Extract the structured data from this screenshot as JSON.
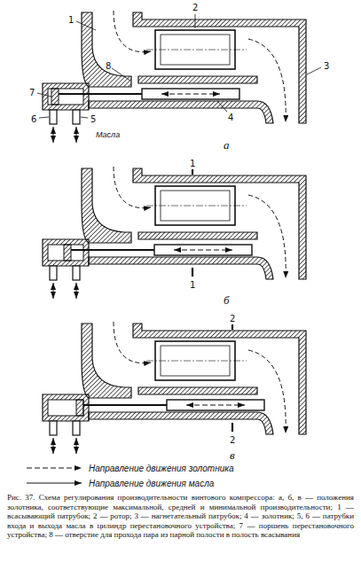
{
  "diagram": {
    "caption": "Рис. 37. Схема регулирования производительности винтового компрессора: а, б, в — положения золотника, соответствующие максимальной, средней и минимальной производительности; 1 — всасывающий патрубок; 2 — ротор; 3 — нагнетательный патрубок; 4 — золотник; 5, 6 — патрубки входа и выхода масла в цилиндр перестановочного устройства; 7 — поршень перестановочного устройства; 8 — отверстие для прохода пара из парной полости в полость всасывания",
    "labels": [
      "1",
      "2",
      "3",
      "8",
      "7",
      "6",
      "5",
      "4",
      "Масла",
      "а",
      "1",
      "1",
      "б",
      "2",
      "2",
      "в"
    ],
    "legend": [
      {
        "text": "Направление движения золотника"
      },
      {
        "text": "Направление движения масла"
      }
    ]
  }
}
